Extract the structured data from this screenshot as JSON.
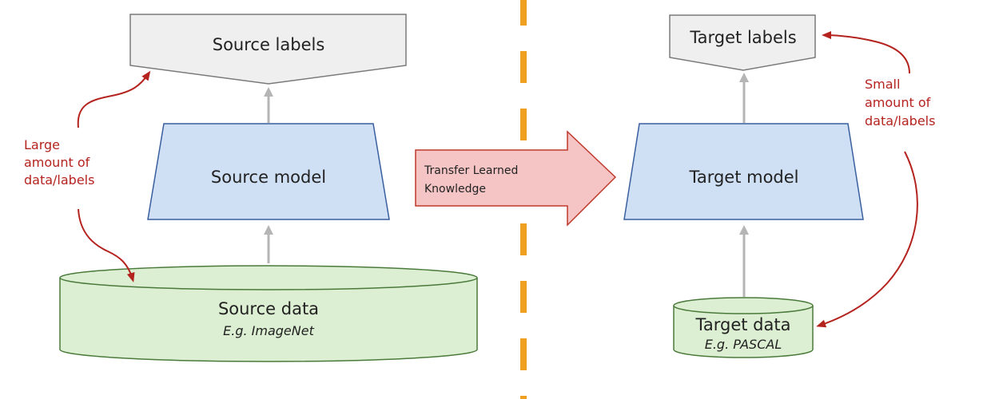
{
  "source": {
    "labels": "Source labels",
    "model": "Source model",
    "data_title": "Source data",
    "data_example": "E.g. ImageNet",
    "note": [
      "Large",
      "amount of",
      "data/labels"
    ]
  },
  "target": {
    "labels": "Target labels",
    "model": "Target model",
    "data_title": "Target data",
    "data_example": "E.g. PASCAL",
    "note": [
      "Small",
      "amount of",
      "data/labels"
    ]
  },
  "transfer": {
    "line1": "Transfer Learned",
    "line2": "Knowledge"
  },
  "colors": {
    "labels_fill": "#efefef",
    "model_fill": "#cfe0f5",
    "model_stroke": "#3a5f9e",
    "data_fill": "#dcefd2",
    "data_stroke": "#4a7a3a",
    "transfer_fill": "#f5c4c4",
    "transfer_stroke": "#c0392b",
    "divider": "#f0a020",
    "note_color": "#b5231f",
    "connector": "#b5b5b5"
  }
}
